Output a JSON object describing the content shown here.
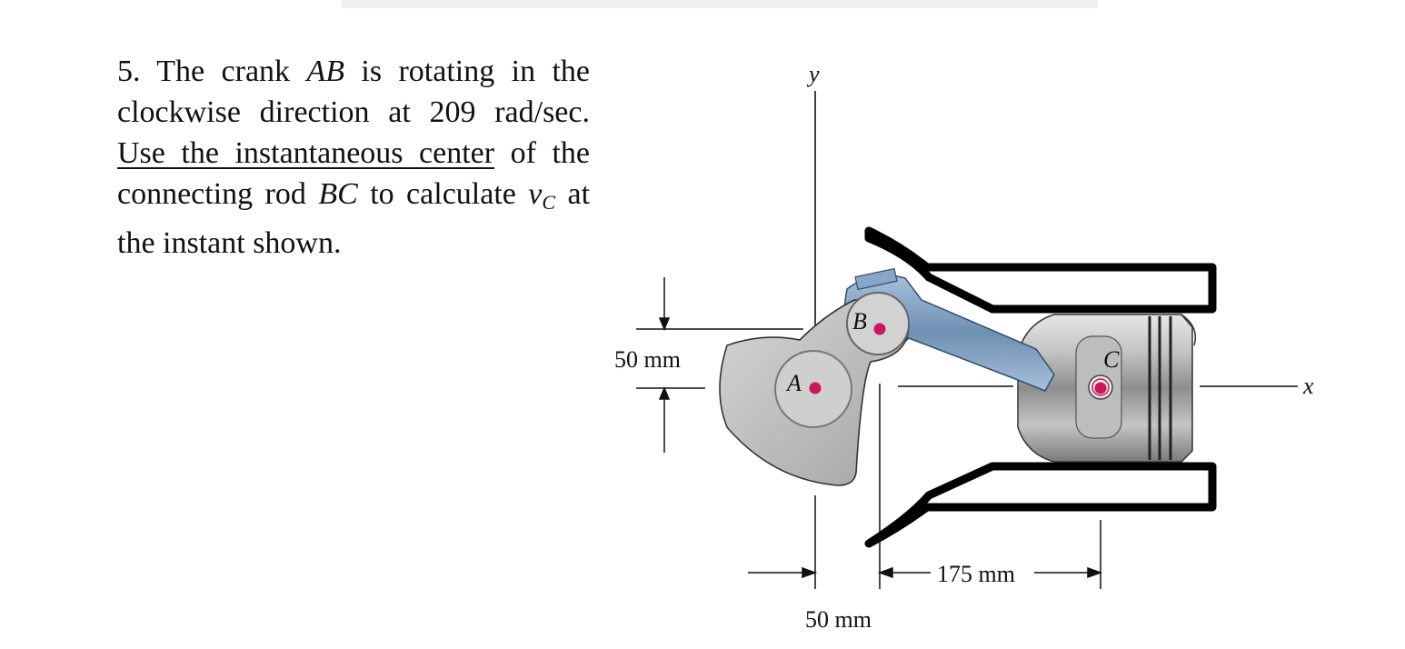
{
  "problem": {
    "number": "5.",
    "text_1": "The crank",
    "crank": "AB",
    "text_2": "is rotating in the clockwise direction at 209 rad/sec.",
    "underlined": "Use the instantaneous center",
    "text_3": "of the connecting rod",
    "rod": "BC",
    "text_4": "to calculate",
    "v_symbol": "v",
    "v_subscript": "C",
    "text_5": "at the instant shown."
  },
  "figure": {
    "axis_y": "y",
    "axis_x": "x",
    "point_a": "A",
    "point_b": "B",
    "point_c": "C",
    "dim_vertical": "50 mm",
    "dim_horizontal_left": "50 mm",
    "dim_horizontal_right": "175 mm",
    "colors": {
      "pin": "#c8195e",
      "crank": "#b9b9b9",
      "rod": "#7f9fc0",
      "piston": "#a9a9a9",
      "cylinder": "#000000"
    }
  }
}
